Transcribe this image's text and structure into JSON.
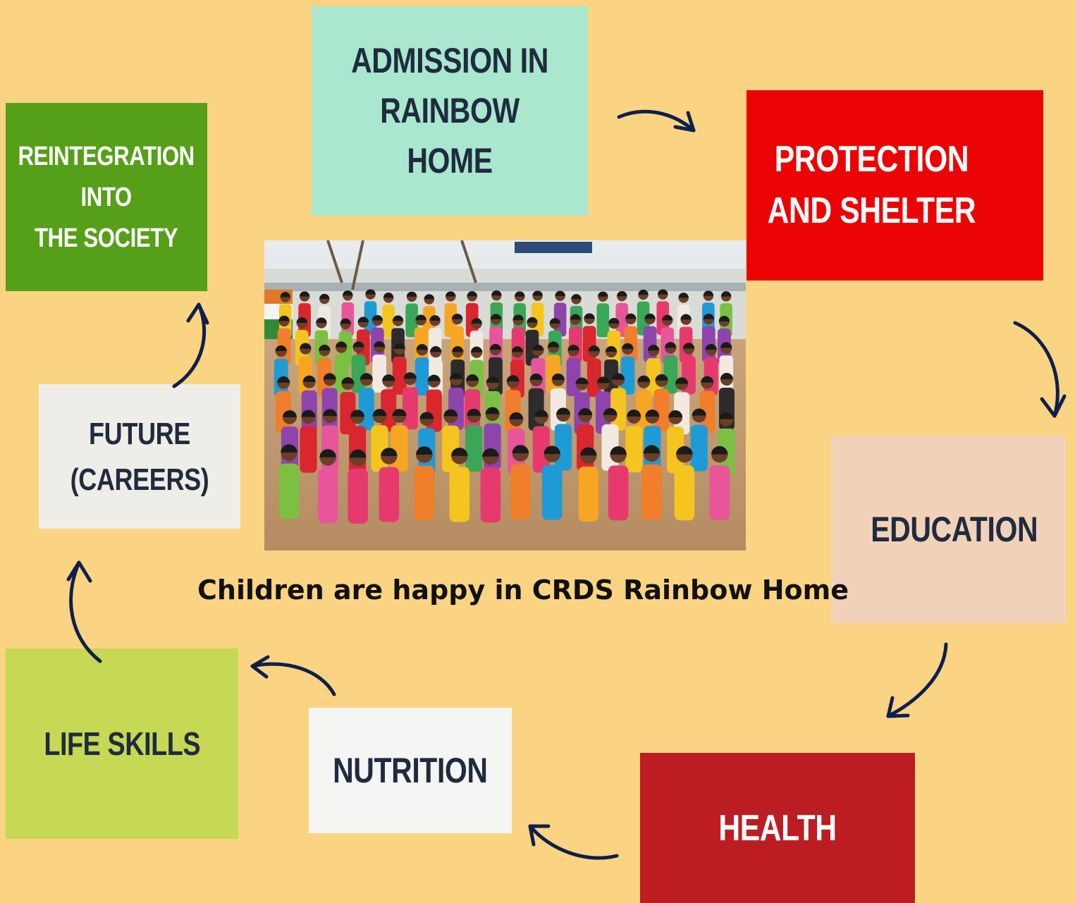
{
  "boxes": {
    "admission": [
      "ADMISSION IN",
      "RAINBOW HOME"
    ],
    "protection": [
      "PROTECTION",
      "AND SHELTER"
    ],
    "education": [
      "EDUCATION"
    ],
    "health": [
      "HEALTH"
    ],
    "nutrition": [
      "NUTRITION"
    ],
    "lifeskills": [
      "LIFE SKILLS"
    ],
    "future": [
      "FUTURE",
      "(CAREERS)"
    ],
    "reintegration": [
      "REINTEGRATION",
      "INTO",
      "THE SOCIETY"
    ]
  },
  "caption": "Children are happy in CRDS Rainbow Home",
  "colors": {
    "background": "#FAD482",
    "admission": "#A9E7CE",
    "protection": "#EC0405",
    "education": "#F1D2B9",
    "health": "#BC1D22",
    "nutrition": "#F5F5F4",
    "lifeskills": "#C6D854",
    "future": "#EFEDE7",
    "reintegration": "#569F19",
    "arrow": "#0F1F4D"
  },
  "photo": "group-photo-of-children-at-rainbow-home"
}
